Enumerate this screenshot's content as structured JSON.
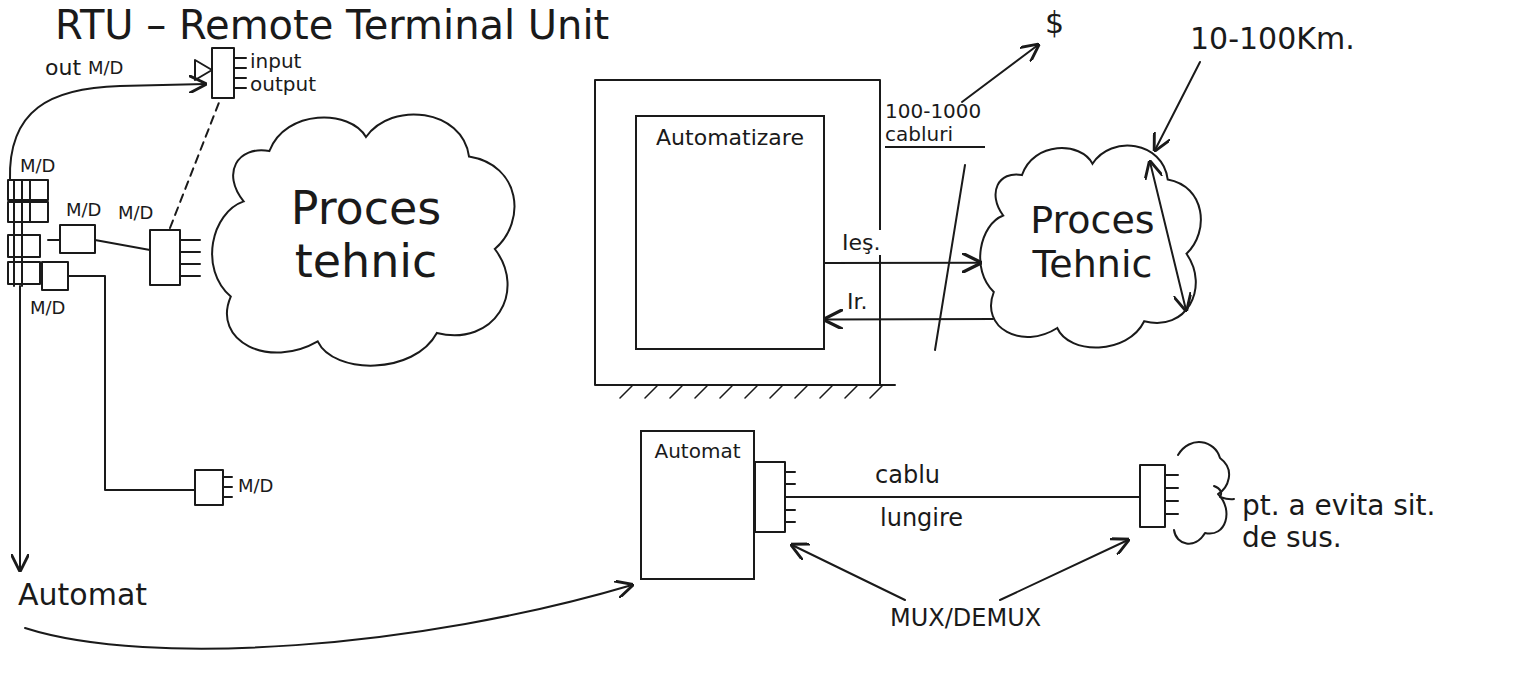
{
  "diagram": {
    "title": "RTU – Remote Terminal Unit",
    "nodes": [
      {
        "text": [
          "Proces tehnic"
        ]
      },
      {
        "text": [
          "Automatizare"
        ]
      },
      {
        "text": [
          "Proces Tehnic"
        ]
      },
      {
        "text": [
          "Automat"
        ]
      }
    ],
    "edges": [
      {
        "from": 1,
        "to": 2,
        "arrow": "to",
        "label": "Ieş."
      },
      {
        "from": 2,
        "to": 1,
        "arrow": "to",
        "label": "Ir."
      }
    ],
    "labels": [
      "out",
      "M/D",
      "input output",
      "M/D",
      "M/D",
      "M/D",
      "M/D",
      "M/D",
      "Automat",
      "100-1000 cabluri",
      "$",
      "10-100Km.",
      "cablu",
      "lungire",
      "MUX/DEMUX",
      "pt. a evita sit. de sus."
    ]
  }
}
